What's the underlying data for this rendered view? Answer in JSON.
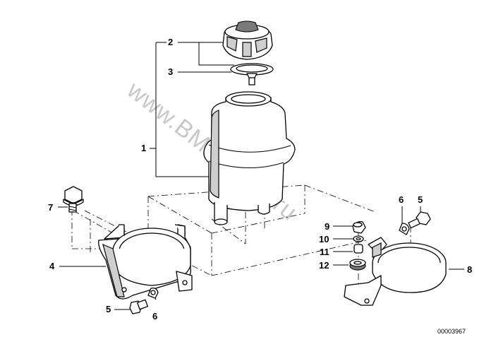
{
  "callouts": {
    "c1": "1",
    "c2": "2",
    "c3": "3",
    "c4": "4",
    "c5a": "5",
    "c5b": "5",
    "c6a": "6",
    "c6b": "6",
    "c7": "7",
    "c8": "8",
    "c9": "9",
    "c10": "10",
    "c11": "11",
    "c12": "12"
  },
  "document_number": "00003967",
  "watermark": "www.BMWstore.ru"
}
